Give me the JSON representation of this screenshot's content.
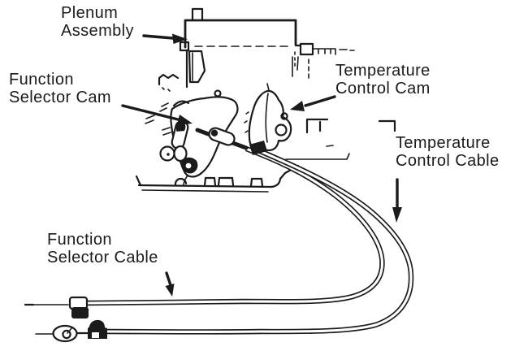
{
  "page": {
    "background_color": "#ffffff",
    "ink_color": "#1b1b1b"
  },
  "diagram": {
    "description": "Line-art service diagram of an HVAC plenum assembly with function selector and temperature control cams and cables",
    "labels": {
      "plenum_assembly": {
        "line1": "Plenum",
        "line2": "Assembly"
      },
      "function_selector_cam": {
        "line1": "Function",
        "line2": "Selector Cam"
      },
      "temperature_control_cam": {
        "line1": "Temperature",
        "line2": "Control Cam"
      },
      "temperature_control_cable": {
        "line1": "Temperature",
        "line2": "Control Cable"
      },
      "function_selector_cable": {
        "line1": "Function",
        "line2": "Selector Cable"
      }
    }
  }
}
